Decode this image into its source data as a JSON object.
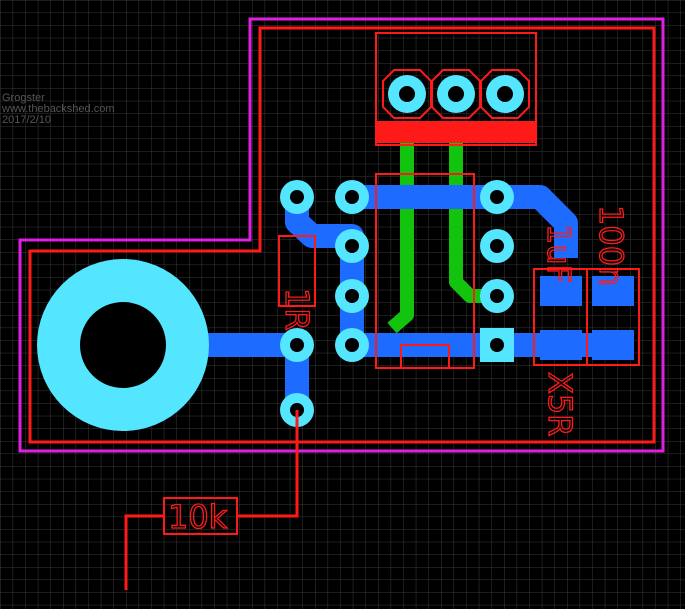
{
  "watermark": {
    "line1": "Grogster",
    "line2": "www.thebackshed.com",
    "line3": "2017/2/10"
  },
  "labels": {
    "r1": "1R",
    "r2": "10k",
    "c1": "1uF",
    "c2": "100n",
    "c3": "X5R"
  },
  "colors": {
    "background": "#000000",
    "grid": "#3a3a3a",
    "bottom_copper": "#1e6cff",
    "top_copper": "#13c40f",
    "silkscreen": "#ff1a1a",
    "pad": "#55e6ff",
    "board_outline": "#e020e0"
  }
}
